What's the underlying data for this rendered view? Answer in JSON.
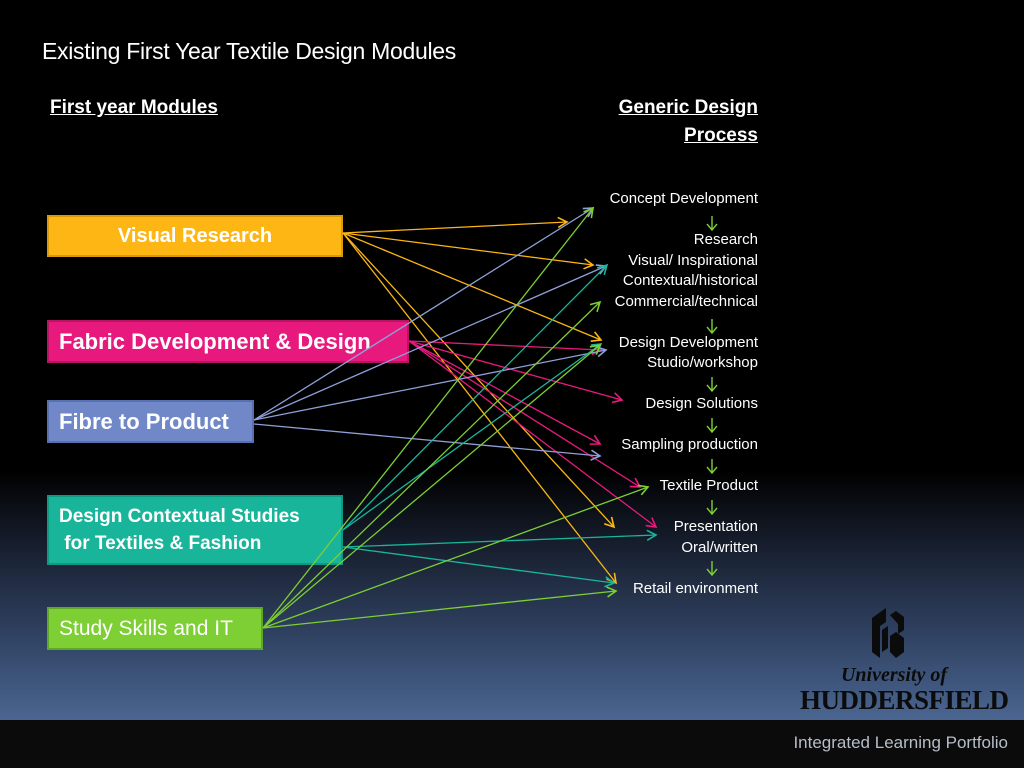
{
  "title": "Existing First Year Textile Design Modules",
  "left_header": "First year Modules",
  "right_header_line1": "Generic Design",
  "right_header_line2": "Process",
  "modules": [
    {
      "id": "visual-research",
      "label": "Visual Research",
      "color": "#fdb614",
      "border": "#d99a0a"
    },
    {
      "id": "fabric-development",
      "label": "Fabric Development & Design",
      "color": "#e8197d",
      "border": "#b71563"
    },
    {
      "id": "fibre-to-product",
      "label": "Fibre to Product",
      "color": "#7088c8",
      "border": "#5770b0"
    },
    {
      "id": "design-contextual",
      "label_line1": "Design Contextual Studies",
      "label_line2": " for Textiles & Fashion",
      "color": "#18b59a",
      "border": "#119882"
    },
    {
      "id": "study-skills",
      "label": "Study Skills and IT",
      "color": "#7dcf34",
      "border": "#5fa726"
    }
  ],
  "process_steps": {
    "concept": "Concept Development",
    "research": "Research",
    "visual": "Visual/ Inspirational",
    "contextual": "Contextual/historical",
    "commercial": "Commercial/technical",
    "design_dev": "Design Development",
    "studio": "Studio/workshop",
    "solutions": "Design Solutions",
    "sampling": "Sampling production",
    "textile": "Textile Product",
    "presentation": "Presentation",
    "oral": "Oral/written",
    "retail": "Retail environment"
  },
  "footer": "Integrated Learning Portfolio",
  "logo_line1": "University of",
  "logo_line2": "HUDDERSFIELD",
  "colors": {
    "arrow_step": "#7dcf34",
    "visual_research": "#fdb614",
    "fabric": "#e8197d",
    "fibre": "#8fa0d8",
    "contextual": "#18b59a",
    "skills": "#7dcf34"
  }
}
